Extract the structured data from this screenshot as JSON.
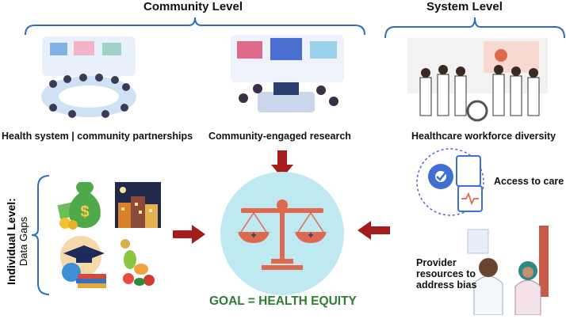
{
  "headings": {
    "community": "Community Level",
    "system": "System Level"
  },
  "side_label": {
    "line1": "Individual Level:",
    "line2": "Data Gaps"
  },
  "community_items": [
    {
      "label": "Health system | community partnerships",
      "icon": "meeting-roundtable-illustration"
    },
    {
      "label": "Community-engaged research",
      "icon": "research-lab-illustration"
    }
  ],
  "system_items": [
    {
      "label": "Healthcare workforce diversity",
      "icon": "healthcare-workers-illustration"
    },
    {
      "label": "Access to care",
      "icon": "access-gear-clipboard-illustration"
    },
    {
      "label": "Provider\nresources to\naddress bias",
      "icon": "doctor-patient-illustration"
    }
  ],
  "individual_icons": [
    "money-icon",
    "housing-icon",
    "education-icon",
    "food-icon"
  ],
  "center": {
    "icon": "balance-scale-icon",
    "goal": "GOAL = HEALTH EQUITY"
  },
  "colors": {
    "bracket": "#2f6fb3",
    "arrow": "#a51c1c",
    "circle": "#bfe9f0",
    "scale": "#e0684f",
    "goal": "#2e7d32"
  }
}
